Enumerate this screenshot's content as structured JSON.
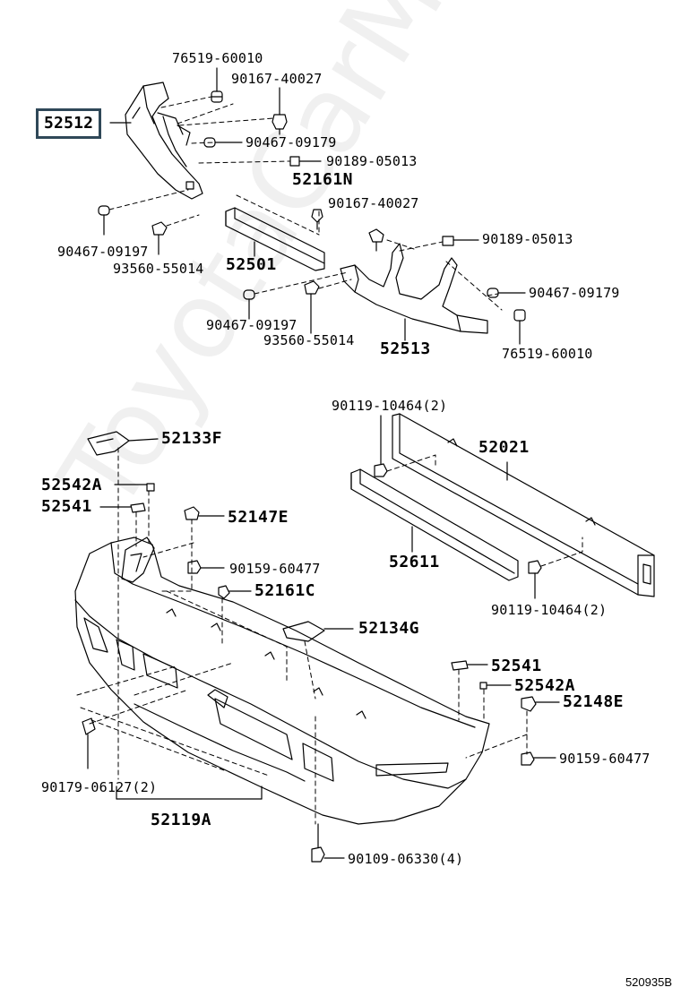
{
  "diagram": {
    "watermark": "ToyotaCarMine.ru",
    "code": "520935B",
    "labels": {
      "p76519_60010_top": "76519-60010",
      "p90167_40027_top": "90167-40027",
      "p52512": "52512",
      "p90467_09179_top": "90467-09179",
      "p90189_05013_top": "90189-05013",
      "p52161n": "52161N",
      "p90167_40027_mid": "90167-40027",
      "p90467_09197_left": "90467-09197",
      "p93560_55014_left": "93560-55014",
      "p52501": "52501",
      "p90189_05013_right": "90189-05013",
      "p90467_09179_right": "90467-09179",
      "p90467_09197_mid": "90467-09197",
      "p93560_55014_mid": "93560-55014",
      "p52513": "52513",
      "p76519_60010_bottom": "76519-60010",
      "p90119_10464_top": "90119-10464(2)",
      "p52021": "52021",
      "p52133f": "52133F",
      "p52542a_left": "52542A",
      "p52541_left": "52541",
      "p52147e": "52147E",
      "p52611": "52611",
      "p90159_60477_left": "90159-60477",
      "p52161c": "52161C",
      "p90119_10464_bottom": "90119-10464(2)",
      "p52134g": "52134G",
      "p52541_right": "52541",
      "p52542a_right": "52542A",
      "p52148e": "52148E",
      "p90159_60477_right": "90159-60477",
      "p90179_06127": "90179-06127(2)",
      "p52119a": "52119A",
      "p90109_06330": "90109-06330(4)"
    }
  }
}
